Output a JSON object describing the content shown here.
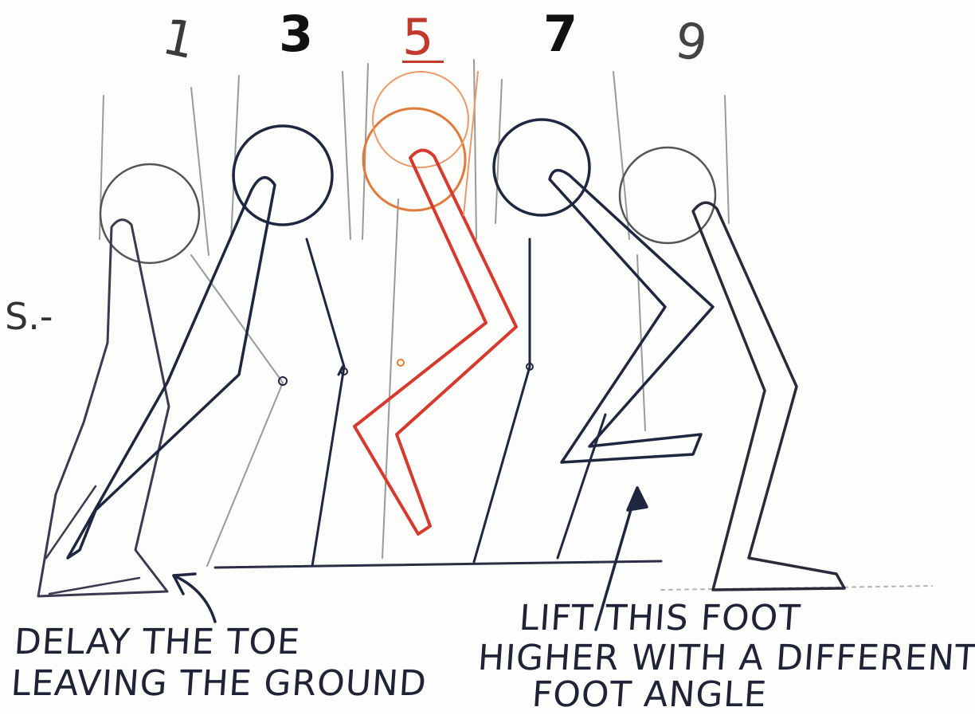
{
  "frames": [
    {
      "label": "1",
      "color": "#2a2a2a"
    },
    {
      "label": "3",
      "color": "#1a1a1a"
    },
    {
      "label": "5",
      "color": "#c0392b"
    },
    {
      "label": "7",
      "color": "#1a1a1a"
    },
    {
      "label": "9",
      "color": "#444444"
    }
  ],
  "side_mark": "S.-",
  "notes": {
    "left": [
      "DELAY THE TOE",
      "LEAVING THE GROUND"
    ],
    "right": [
      "LIFT THIS FOOT",
      "HIGHER WITH A DIFFERENT",
      "FOOT ANGLE"
    ]
  },
  "colors": {
    "pencil": "#2b2f45",
    "construction": "#8a8a8a",
    "highlight": "#d63a2e",
    "orange": "#e0803a"
  }
}
